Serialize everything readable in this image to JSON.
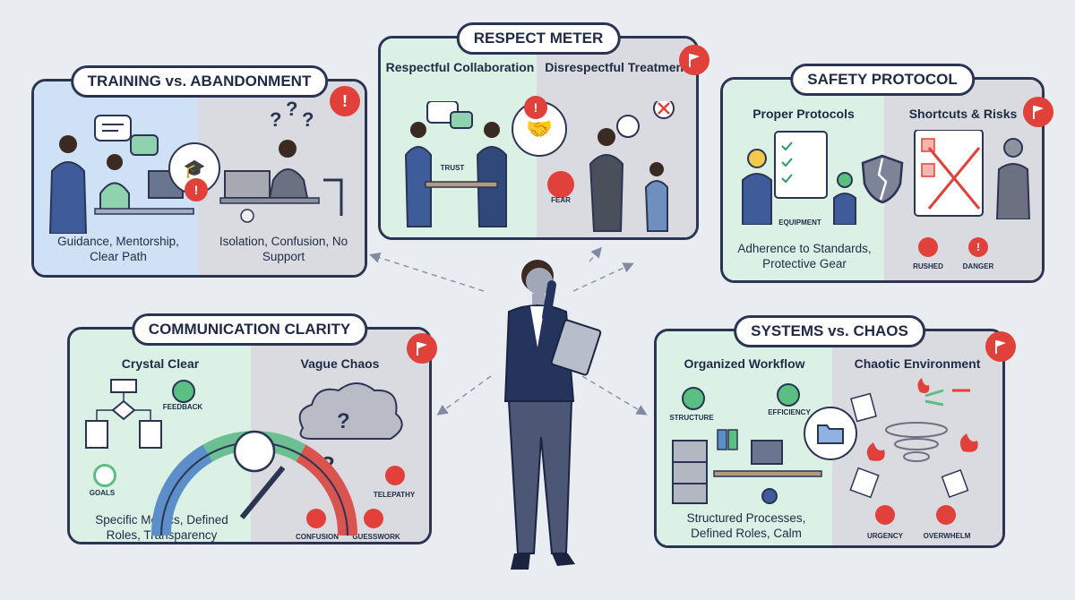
{
  "training": {
    "title": "TRAINING vs. ABANDONMENT",
    "good_caption": "Guidance, Mentorship, Clear Path",
    "bad_caption": "Isolation, Confusion, No Support"
  },
  "respect": {
    "title": "RESPECT METER",
    "good_heading": "Respectful Collaboration",
    "bad_heading": "Disrespectful Treatment",
    "good_tag": "TRUST",
    "bad_tag": "FEAR"
  },
  "safety": {
    "title": "SAFETY PROTOCOL",
    "good_heading": "Proper Protocols",
    "bad_heading": "Shortcuts & Risks",
    "good_tag": "EQUIPMENT",
    "good_caption": "Adherence to Standards, Protective Gear",
    "bad_tags": [
      "RUSHED",
      "DANGER"
    ]
  },
  "communication": {
    "title": "COMMUNICATION CLARITY",
    "good_heading": "Crystal Clear",
    "bad_heading": "Vague Chaos",
    "good_tags": [
      "FEEDBACK",
      "GOALS"
    ],
    "bad_tags": [
      "TELEPATHY",
      "CONFUSION",
      "GUESSWORK"
    ],
    "good_caption": "Specific Metrics, Defined Roles, Transparency"
  },
  "systems": {
    "title": "SYSTEMS vs. CHAOS",
    "good_heading": "Organized Workflow",
    "bad_heading": "Chaotic Environment",
    "good_tags": [
      "STRUCTURE",
      "EFFICIENCY"
    ],
    "good_caption": "Structured Processes, Defined Roles, Calm",
    "bad_tags": [
      "URGENCY",
      "OVERWHELM"
    ]
  },
  "colors": {
    "good": "#dcf1e6",
    "bad": "#d9dbe0",
    "alert": "#e0413a",
    "ink": "#2b3553"
  }
}
